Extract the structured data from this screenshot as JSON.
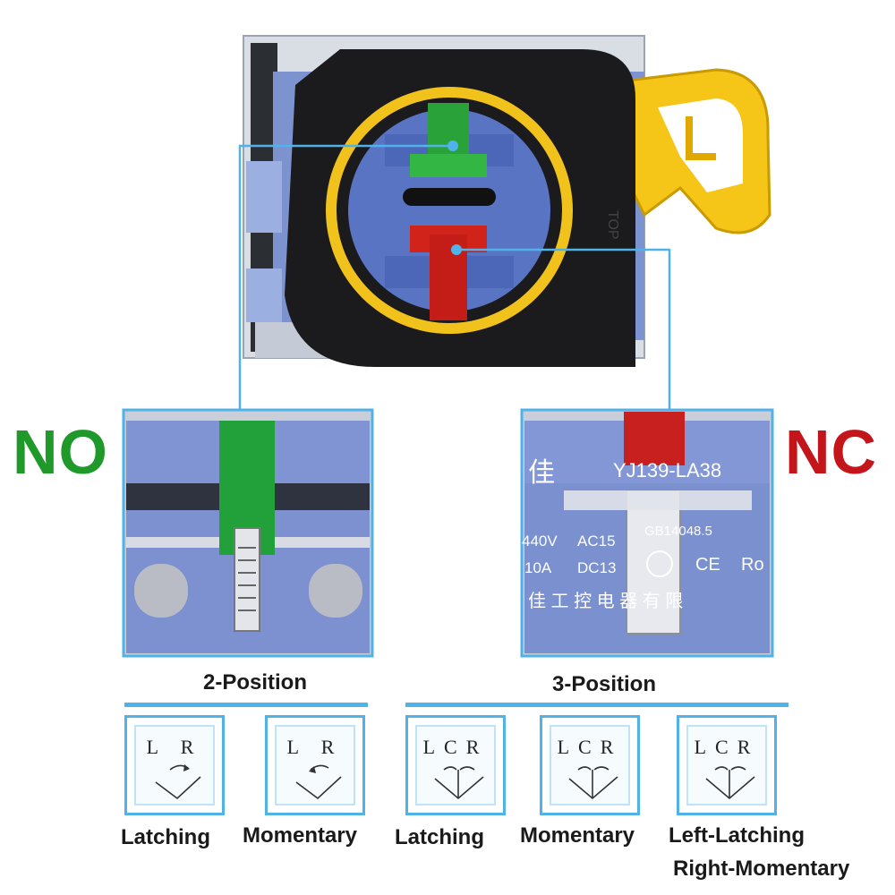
{
  "labels": {
    "normally_open": "NO",
    "normally_closed": "NC",
    "top_marking": "TOP"
  },
  "contact_block_markings": {
    "model": "YJ139-LA38",
    "standard": "GB14048.5",
    "voltage": "440V",
    "ac": "AC15",
    "current": "10A",
    "dc": "DC13",
    "ce": "CE",
    "rohs": "Ro",
    "brand_char": "佳",
    "company_line": "佳 工 控 电 器 有 限"
  },
  "groups": [
    {
      "title": "2-Position"
    },
    {
      "title": "3-Position"
    }
  ],
  "modes": [
    {
      "letters": "L R",
      "caption": "Latching"
    },
    {
      "letters": "L R",
      "caption": "Momentary"
    },
    {
      "letters": "LCR",
      "caption": "Latching"
    },
    {
      "letters": "LCR",
      "caption": "Momentary"
    },
    {
      "letters": "LCR",
      "caption": "Left-Latching",
      "caption2": "Right-Momentary"
    }
  ],
  "colors": {
    "no_green": "#1f9a2a",
    "nc_red": "#c4151b",
    "callout_blue": "#4fb3ea",
    "housing_black": "#1b1b1d",
    "contact_blue": "#7a92d6",
    "lever_yellow": "#f5c518"
  }
}
